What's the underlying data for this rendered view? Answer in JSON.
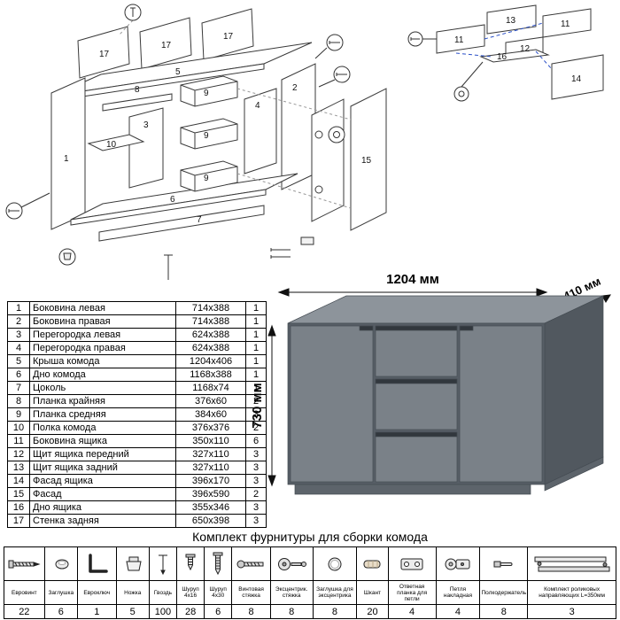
{
  "render": {
    "width_label": "1204 мм",
    "depth_label": "410 мм",
    "height_label": "730 мм",
    "colors": {
      "top": "#8d949b",
      "side": "#51585f",
      "front_bg": "#575e66",
      "panel": "#7a8188",
      "handle": "#31373d",
      "plinth": "#5d646b"
    }
  },
  "diagram_left": {
    "labels": [
      "17",
      "17",
      "17",
      "5",
      "8",
      "3",
      "10",
      "1",
      "9",
      "9",
      "9",
      "4",
      "2",
      "6",
      "7",
      "15"
    ]
  },
  "diagram_right": {
    "labels": [
      "13",
      "11",
      "11",
      "12",
      "16",
      "14"
    ]
  },
  "parts_table": {
    "rows": [
      {
        "num": "1",
        "name": "Боковина левая",
        "size": "714x388",
        "qty": "1"
      },
      {
        "num": "2",
        "name": "Боковина правая",
        "size": "714x388",
        "qty": "1"
      },
      {
        "num": "3",
        "name": "Перегородка левая",
        "size": "624x388",
        "qty": "1"
      },
      {
        "num": "4",
        "name": "Перегородка правая",
        "size": "624x388",
        "qty": "1"
      },
      {
        "num": "5",
        "name": "Крыша комода",
        "size": "1204x406",
        "qty": "1"
      },
      {
        "num": "6",
        "name": "Дно комода",
        "size": "1168x388",
        "qty": "1"
      },
      {
        "num": "7",
        "name": "Цоколь",
        "size": "1168x74",
        "qty": "1"
      },
      {
        "num": "8",
        "name": "Планка крайняя",
        "size": "376x60",
        "qty": "2"
      },
      {
        "num": "9",
        "name": "Планка средняя",
        "size": "384x60",
        "qty": "3"
      },
      {
        "num": "10",
        "name": "Полка комода",
        "size": "376x376",
        "qty": "2"
      },
      {
        "num": "11",
        "name": "Боковина ящика",
        "size": "350x110",
        "qty": "6"
      },
      {
        "num": "12",
        "name": "Щит ящика передний",
        "size": "327x110",
        "qty": "3"
      },
      {
        "num": "13",
        "name": "Щит ящика задний",
        "size": "327x110",
        "qty": "3"
      },
      {
        "num": "14",
        "name": "Фасад ящика",
        "size": "396x170",
        "qty": "3"
      },
      {
        "num": "15",
        "name": "Фасад",
        "size": "396x590",
        "qty": "2"
      },
      {
        "num": "16",
        "name": "Дно ящика",
        "size": "355x346",
        "qty": "3"
      },
      {
        "num": "17",
        "name": "Стенка задняя",
        "size": "650x398",
        "qty": "3"
      }
    ]
  },
  "hardware": {
    "title": "Комплект фурнитуры для сборки комода",
    "items": [
      {
        "name": "Евровинт",
        "qty": "22",
        "icon": "euroscrew-icon"
      },
      {
        "name": "Заглушка",
        "qty": "6",
        "icon": "plug-icon"
      },
      {
        "name": "Евроключ",
        "qty": "1",
        "icon": "hexkey-icon"
      },
      {
        "name": "Ножка",
        "qty": "5",
        "icon": "foot-icon"
      },
      {
        "name": "Гвоздь",
        "qty": "100",
        "icon": "nail-icon"
      },
      {
        "name": "Шуруп 4x16",
        "qty": "28",
        "icon": "screw-4x16-icon"
      },
      {
        "name": "Шуруп 4x30",
        "qty": "6",
        "icon": "screw-4x30-icon"
      },
      {
        "name": "Винтовая стяжка",
        "qty": "8",
        "icon": "screw-tie-icon"
      },
      {
        "name": "Эксцентрик. стяжка",
        "qty": "8",
        "icon": "cam-lock-icon"
      },
      {
        "name": "Заглушка для эксцентрика",
        "qty": "8",
        "icon": "cam-cap-icon"
      },
      {
        "name": "Шкант",
        "qty": "20",
        "icon": "dowel-icon"
      },
      {
        "name": "Ответная планка для петли",
        "qty": "4",
        "icon": "hinge-plate-icon"
      },
      {
        "name": "Петля накладная",
        "qty": "4",
        "icon": "hinge-icon"
      },
      {
        "name": "Полкодержатель",
        "qty": "8",
        "icon": "shelf-pin-icon"
      },
      {
        "name": "Комплект роликовых направляющих L=350мм",
        "qty": "3",
        "icon": "roller-guides-icon"
      }
    ]
  }
}
